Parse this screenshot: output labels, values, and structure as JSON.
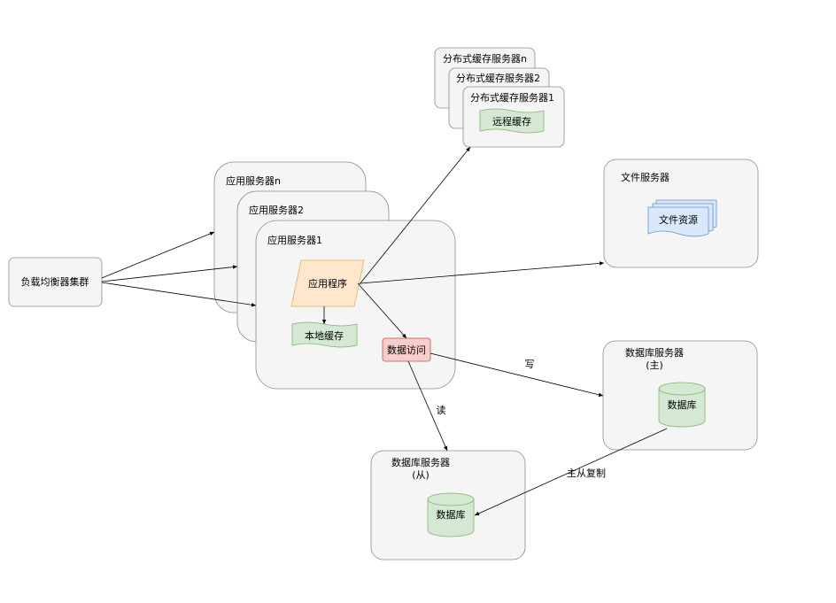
{
  "load_balancer": {
    "label": "负载均衡器集群"
  },
  "app_servers": {
    "n_label": "应用服务器n",
    "two_label": "应用服务器2",
    "one_label": "应用服务器1",
    "app_program": "应用程序",
    "local_cache": "本地缓存",
    "data_access": "数据访问"
  },
  "cache_servers": {
    "n_label": "分布式缓存服务器n",
    "two_label": "分布式缓存服务器2",
    "one_label": "分布式缓存服务器1",
    "remote_cache": "远程缓存"
  },
  "file_server": {
    "label": "文件服务器",
    "resource": "文件资源"
  },
  "db_master": {
    "label_line1": "数据库服务器",
    "label_line2": "(主)",
    "db": "数据库"
  },
  "db_slave": {
    "label_line1": "数据库服务器",
    "label_line2": "(从)",
    "db": "数据库"
  },
  "edges": {
    "write": "写",
    "read": "读",
    "replication": "主从复制"
  },
  "colors": {
    "container_fill": "#f5f5f5",
    "container_stroke": "#8c8c8c",
    "program_fill": "#ffe6cc",
    "program_stroke": "#d6b656",
    "green_fill": "#d5e8d4",
    "green_stroke": "#82b366",
    "red_fill": "#f8cecc",
    "red_stroke": "#b85450",
    "blue_fill": "#dae8fc",
    "blue_stroke": "#6c8ebf"
  }
}
